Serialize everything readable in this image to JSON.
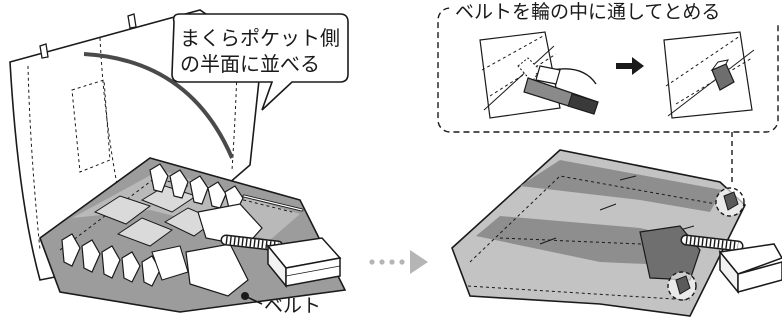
{
  "callout": {
    "line1": "まくらポケット側",
    "line2": "の半面に並べる"
  },
  "instruction": {
    "text": "ベルトを輪の中に通してとめる"
  },
  "belt_label": "ベルト",
  "colors": {
    "line": "#1a1a1a",
    "gray_light": "#c9c9c9",
    "gray_mid": "#9c9c9c",
    "gray_dark": "#7e7e7e",
    "arrow_gray": "#b5b5b5"
  }
}
